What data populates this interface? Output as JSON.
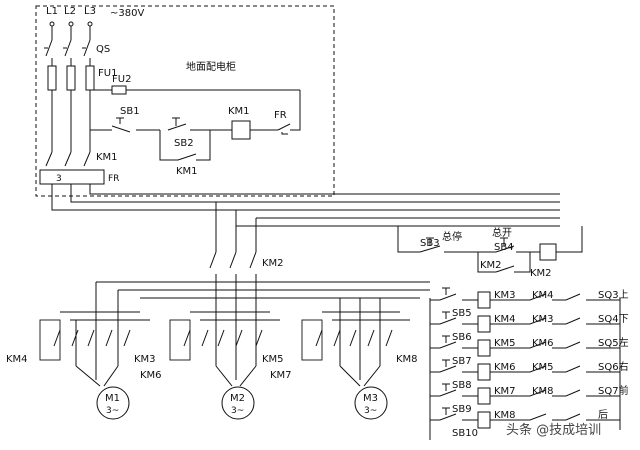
{
  "labels": {
    "l1": "L1",
    "l2": "L2",
    "l3": "L3",
    "voltage": "~380V",
    "qs": "QS",
    "fu1": "FU1",
    "fu2": "FU2",
    "cabinet": "地面配电柜",
    "sb1": "SB1",
    "sb2": "SB2",
    "km1_coil": "KM1",
    "fr_contact": "FR",
    "km1_aux": "KM1",
    "km1_main": "KM1",
    "fr_relay_num": "3",
    "fr_relay": "FR",
    "km2_main": "KM2",
    "sb3": "SB3",
    "stop_total": "总停",
    "sb4": "SB4",
    "start_total": "总开",
    "km2_aux": "KM2",
    "km2_coil": "KM2",
    "km4_left": "KM4",
    "km3_m1": "KM3",
    "km6_m1": "KM6",
    "km5_m2": "KM5",
    "km7_m2": "KM7",
    "km8_m3": "KM8",
    "m1": "M1",
    "m2": "M2",
    "m3": "M3",
    "three_phase": "3~",
    "rows": [
      {
        "sb": "SB5",
        "coil": "KM3",
        "interlock": "KM4",
        "sq": "SQ3上"
      },
      {
        "sb": "SB6",
        "coil": "KM4",
        "interlock": "KM3",
        "sq": "SQ4下"
      },
      {
        "sb": "SB7",
        "coil": "KM5",
        "interlock": "KM6",
        "sq": "SQ5左"
      },
      {
        "sb": "SB8",
        "coil": "KM6",
        "interlock": "KM5",
        "sq": "SQ6右"
      },
      {
        "sb": "SB9",
        "coil": "KM7",
        "interlock": "KM8",
        "sq": "SQ7前"
      },
      {
        "sb": "SB10",
        "coil": "KM8",
        "interlock": "",
        "sq": "后"
      }
    ],
    "watermark": "头条 @技成培训"
  }
}
